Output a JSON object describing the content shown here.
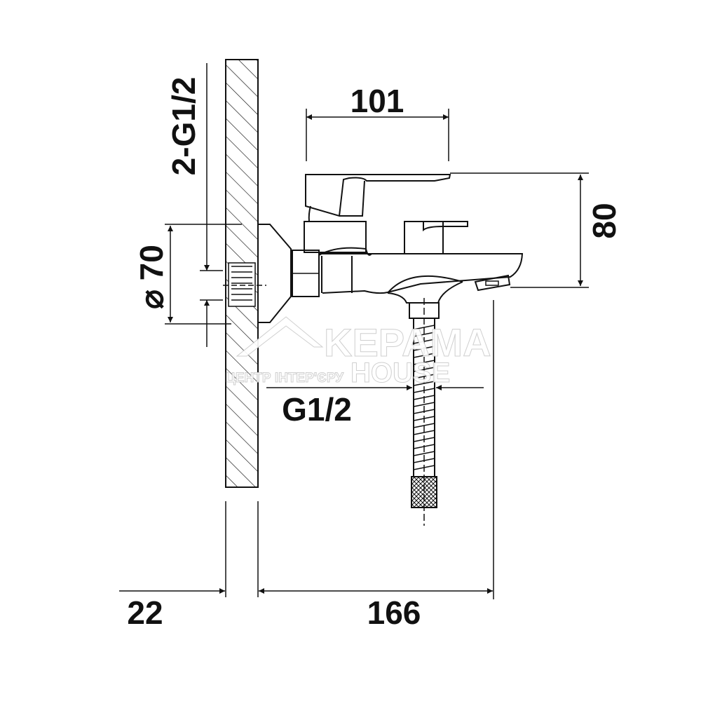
{
  "dimensions": {
    "top_width": "101",
    "height": "80",
    "inlet_thread": "2-G1/2",
    "flange_diameter": "⌀ 70",
    "outlet_thread": "G1/2",
    "wall_offset": "22",
    "projection": "166"
  },
  "watermark": {
    "brand_line1": "KEPAMA",
    "brand_line2": "HOUSE",
    "tagline": "ЦЕНТР ІНТЕР'ЄРУ"
  },
  "colors": {
    "ink": "#111111",
    "background": "#ffffff"
  }
}
